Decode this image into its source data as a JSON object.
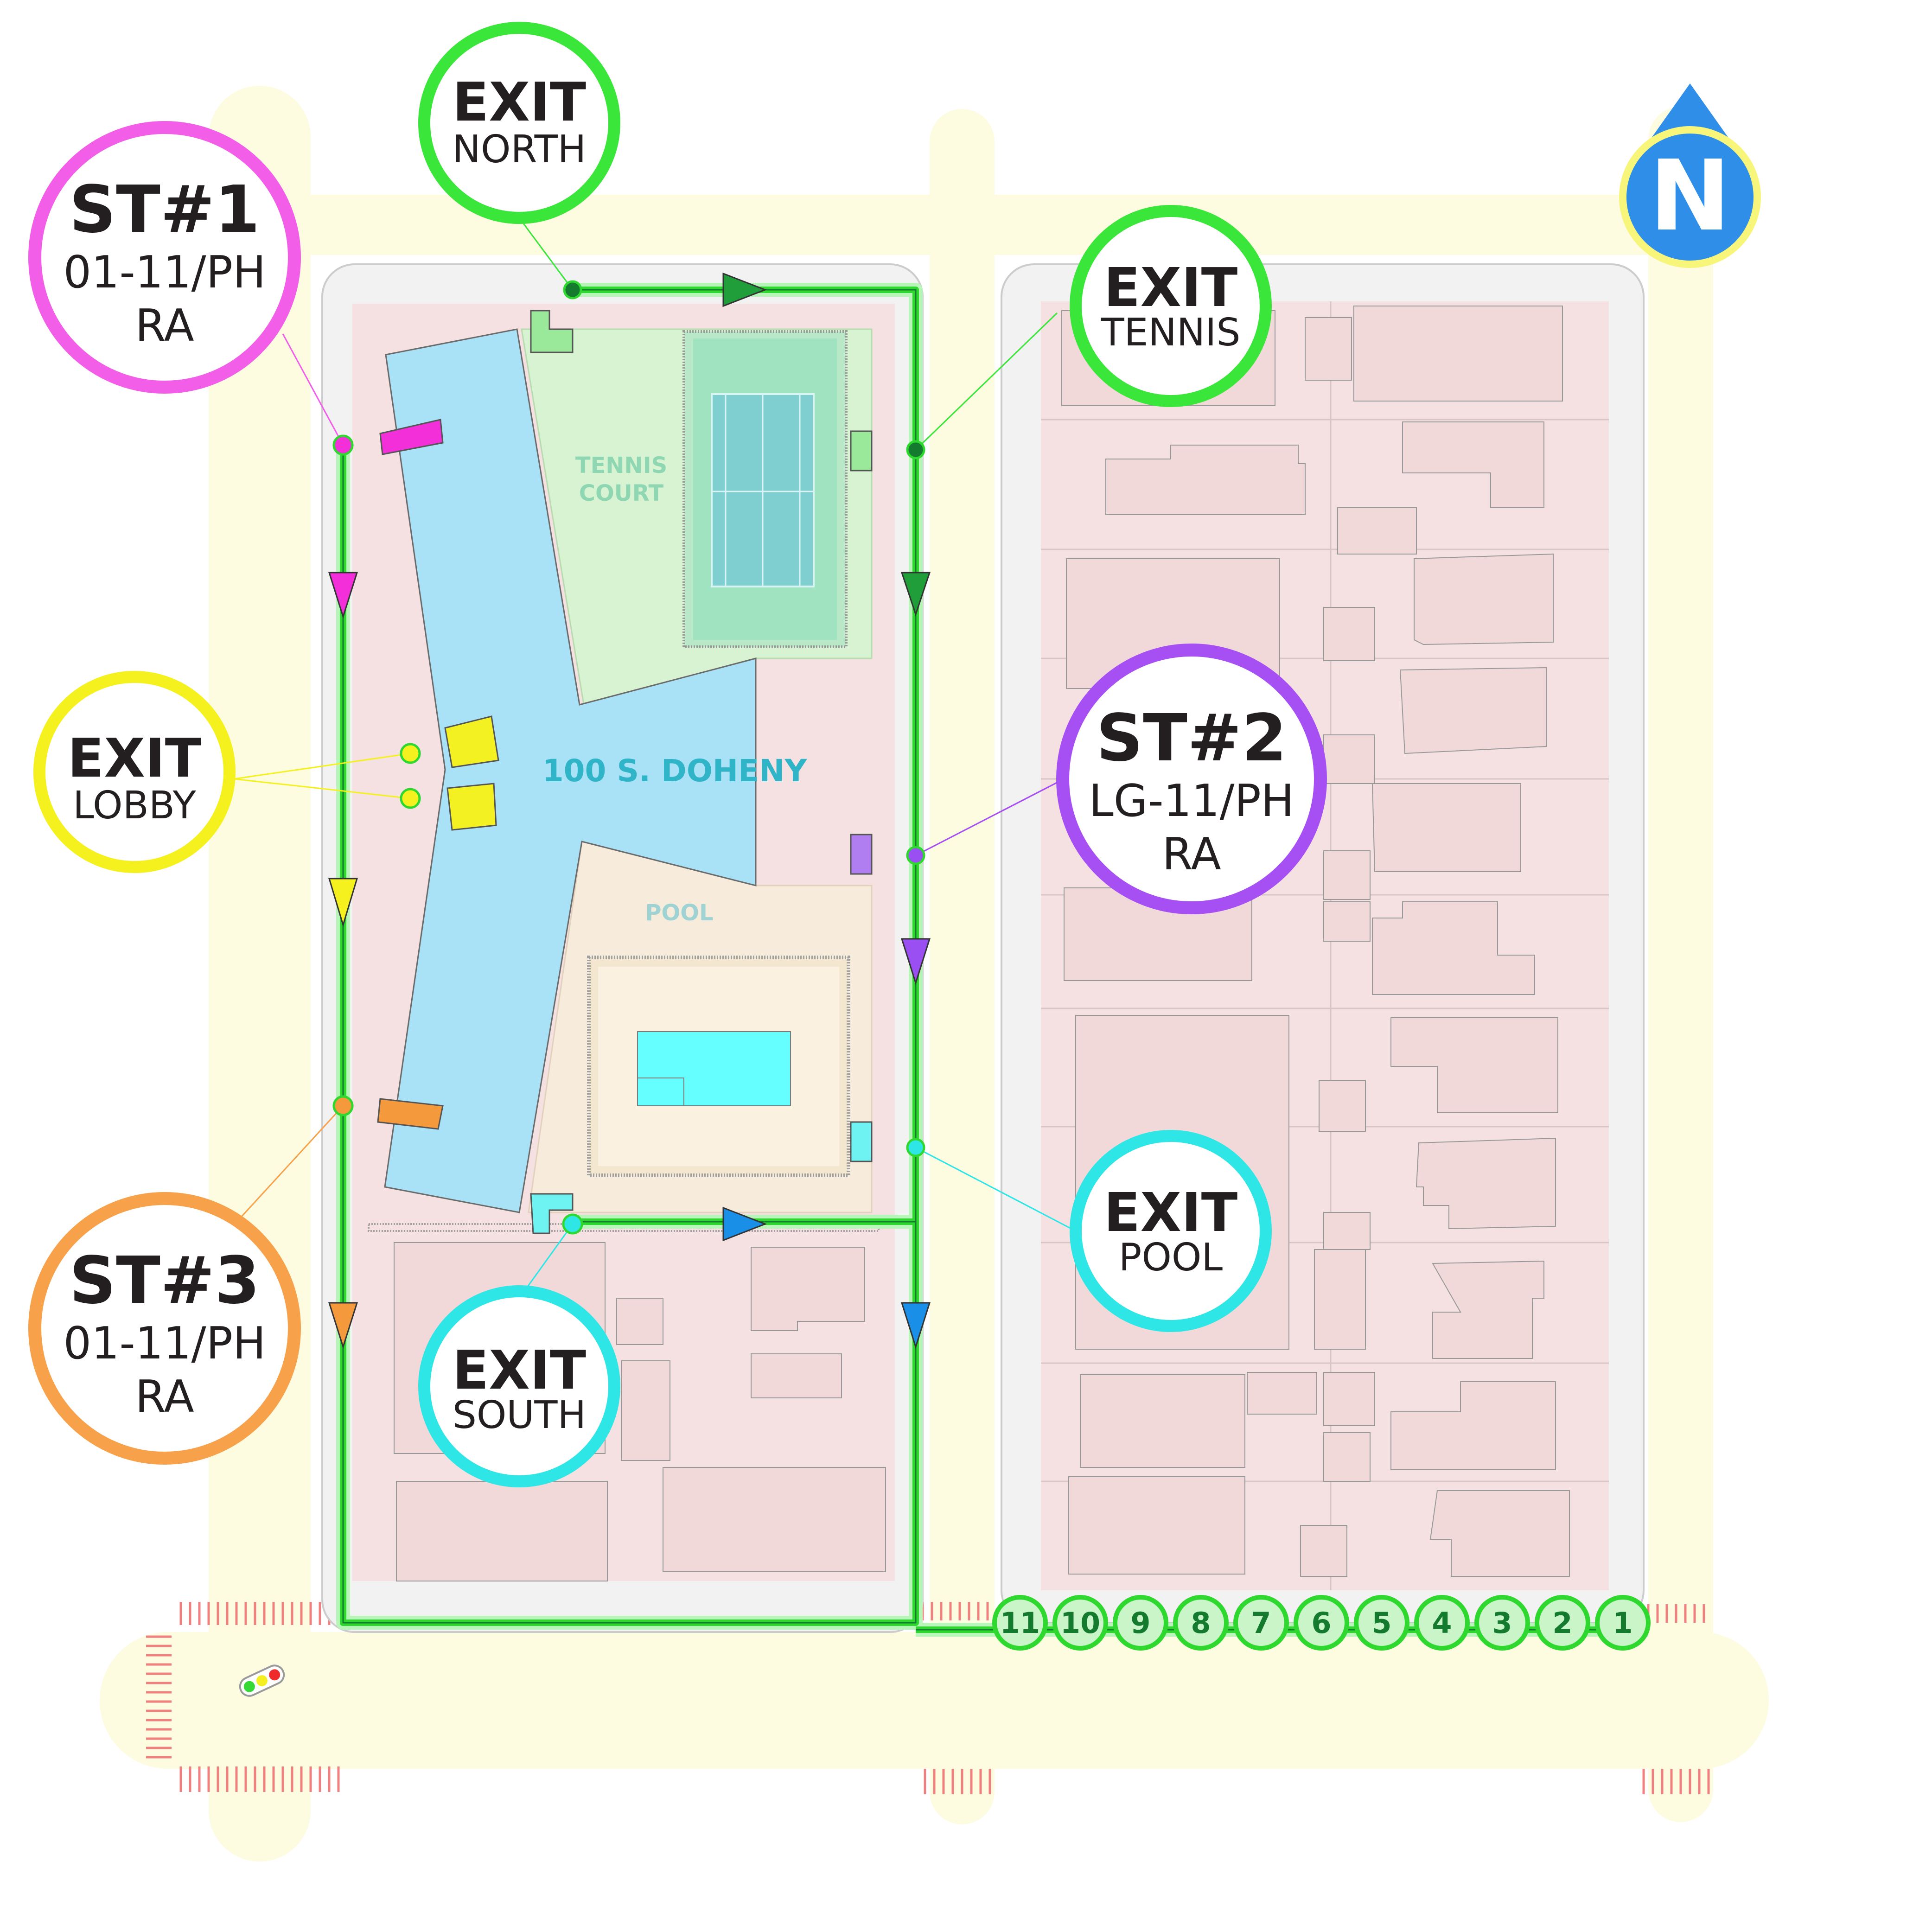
{
  "map": {
    "building_label": "100 S. DOHENY",
    "tennis_label_line1": "TENNIS",
    "tennis_label_line2": "COURT",
    "pool_label": "POOL",
    "compass": {
      "label": "N"
    }
  },
  "callouts": {
    "exit_north": {
      "title": "EXIT",
      "subtitle": "NORTH",
      "color": "#39e639"
    },
    "exit_tennis": {
      "title": "EXIT",
      "subtitle": "TENNIS",
      "color": "#39e639"
    },
    "exit_lobby": {
      "title": "EXIT",
      "subtitle": "LOBBY",
      "color": "#f4f11e"
    },
    "exit_pool": {
      "title": "EXIT",
      "subtitle": "POOL",
      "color": "#2ee6e6"
    },
    "exit_south": {
      "title": "EXIT",
      "subtitle": "SOUTH",
      "color": "#2ee6e6"
    },
    "st1": {
      "title": "ST#1",
      "line2": "01-11/PH",
      "line3": "RA",
      "color": "#f25ee8"
    },
    "st2": {
      "title": "ST#2",
      "line2": "LG-11/PH",
      "line3": "RA",
      "color": "#a64ff2"
    },
    "st3": {
      "title": "ST#3",
      "line2": "01-11/PH",
      "line3": "RA",
      "color": "#f7a14a"
    }
  },
  "staging_numbers": [
    "11",
    "10",
    "9",
    "8",
    "7",
    "6",
    "5",
    "4",
    "3",
    "2",
    "1"
  ],
  "colors": {
    "route": "#2fd82f",
    "street": "#fdfbe0",
    "lot": "#f3e2e2",
    "building": "#a8e1f7",
    "tennis_area": "#d7f2cf",
    "pool_area": "#f7ecdc"
  }
}
